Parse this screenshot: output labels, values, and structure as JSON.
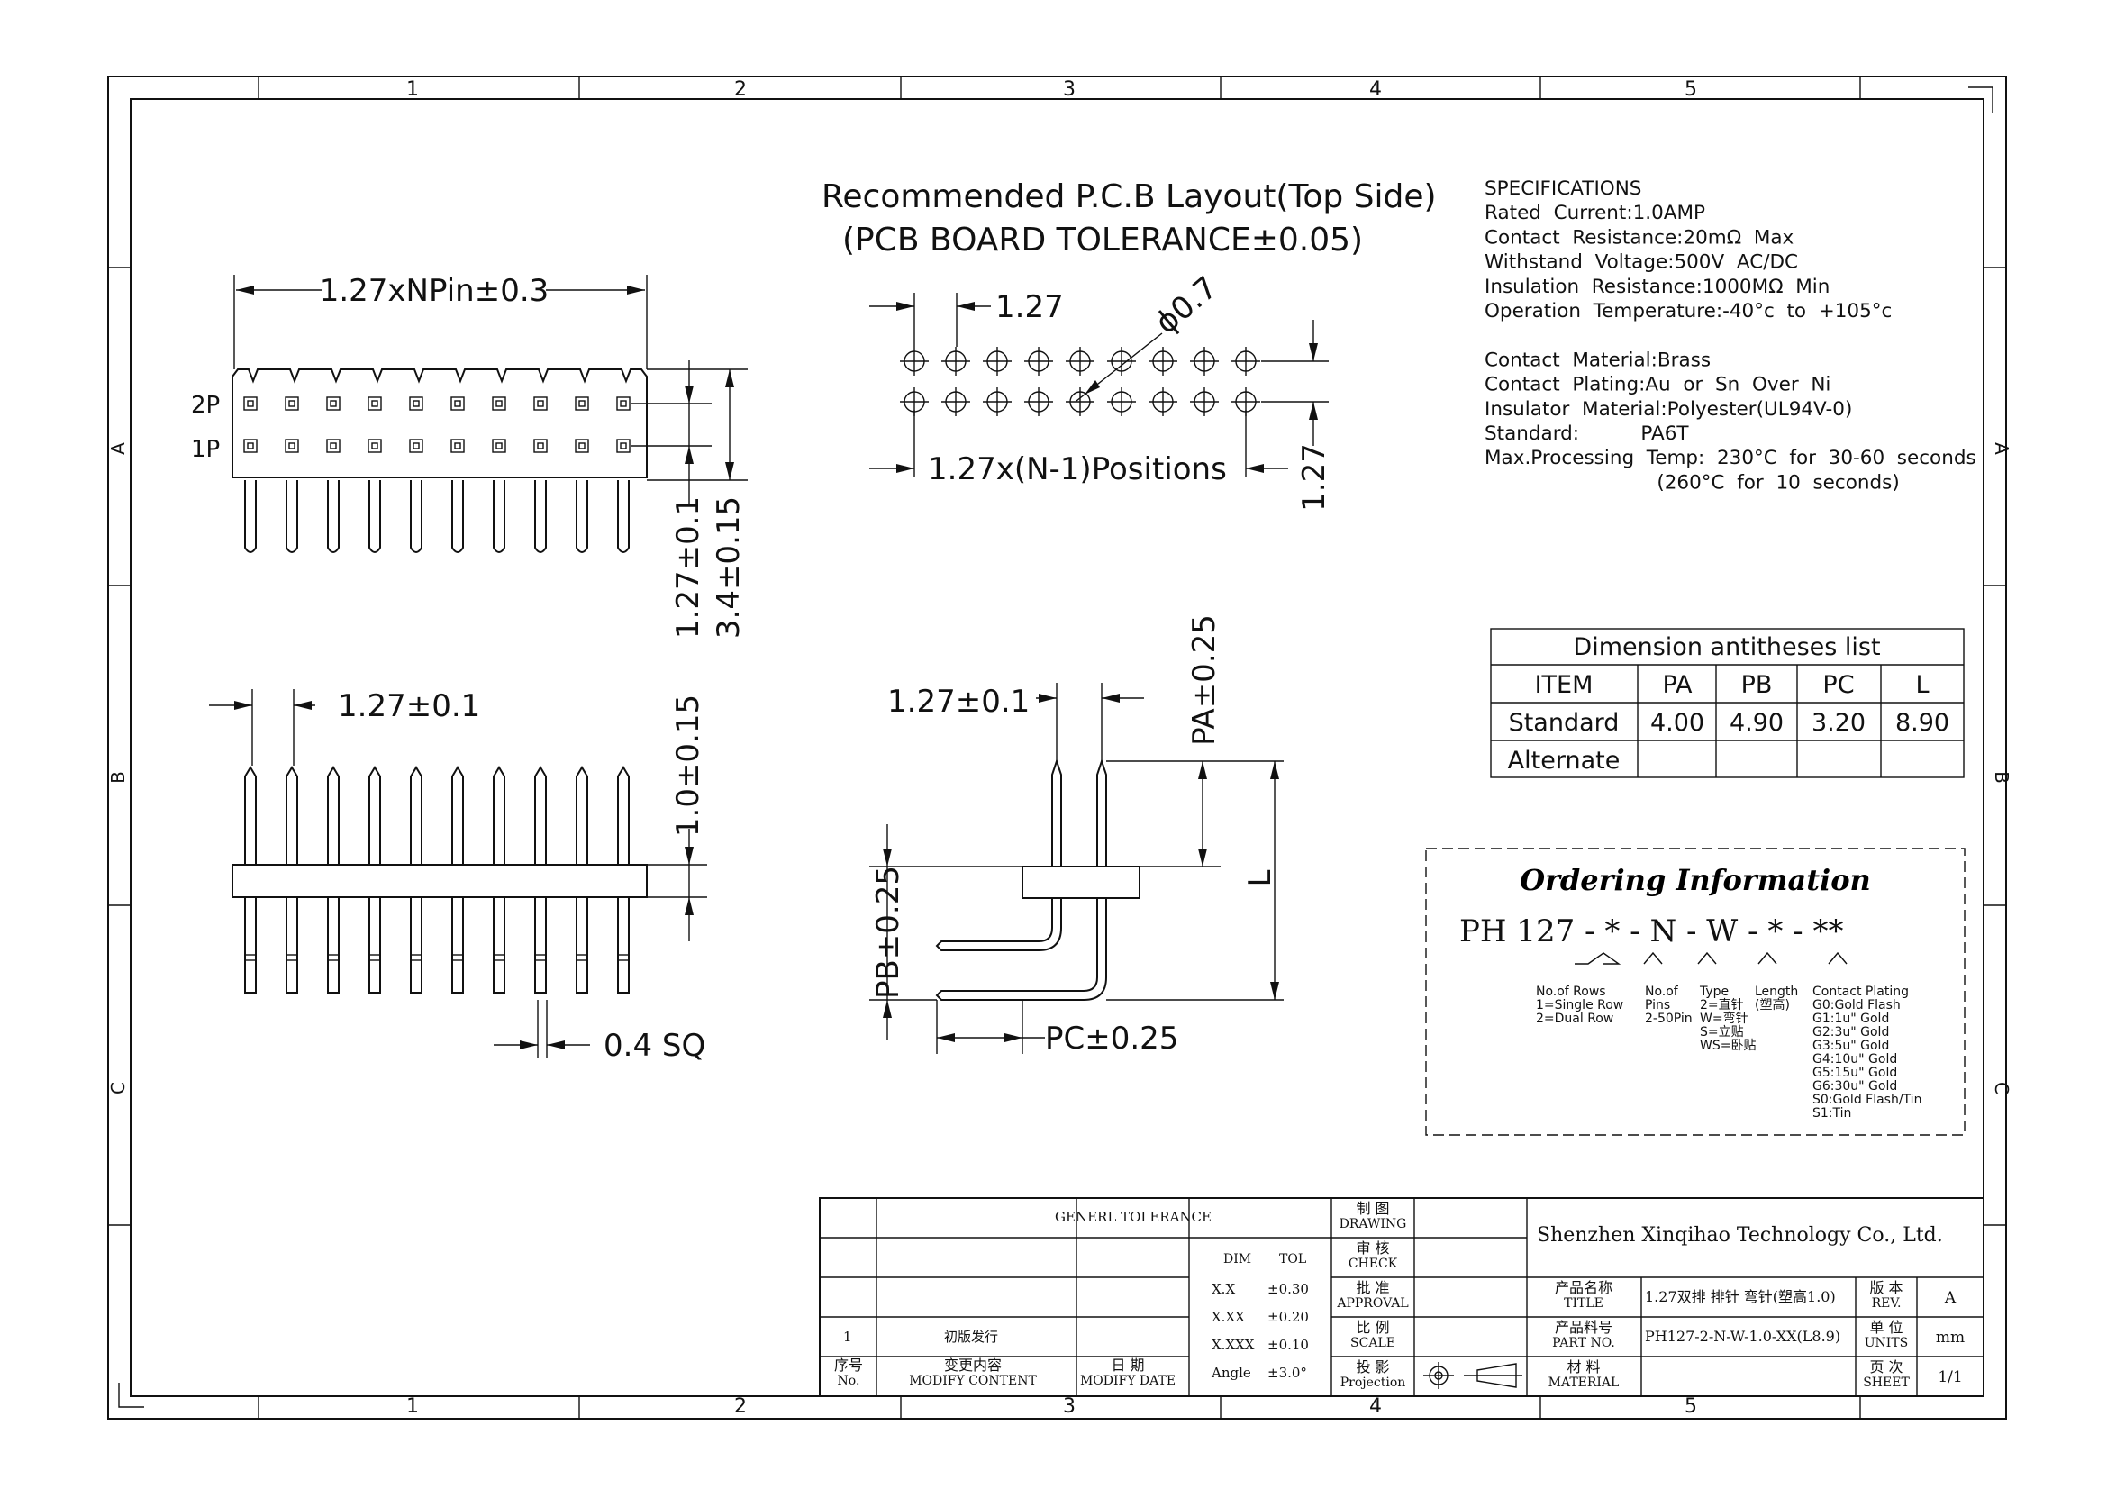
{
  "border": {
    "col_labels": [
      "1",
      "2",
      "3",
      "4",
      "5"
    ],
    "row_labels": [
      "A",
      "B",
      "C"
    ]
  },
  "pcb_layout": {
    "title_line1": "Recommended P.C.B Layout(Top Side)",
    "title_line2": "(PCB BOARD TOLERANCE±0.05)",
    "pitch": "1.27",
    "hole": "ϕ0.7",
    "positions": "1.27x(N-1)Positions",
    "row_pitch": "1.27"
  },
  "front_view": {
    "width_dim": "1.27xNPin±0.3",
    "row2_label": "2P",
    "row1_label": "1P",
    "dim_row": "1.27±0.1",
    "dim_height": "3.4±0.15"
  },
  "side_view": {
    "pitch_dim": "1.27±0.1",
    "dim_v": "1.0±0.15",
    "pin_sq": "0.4 SQ"
  },
  "right_angle": {
    "pitch_dim": "1.27±0.1",
    "pa": "PA±0.25",
    "pb": "PB±0.25",
    "pc": "PC±0.25",
    "l": "L"
  },
  "specifications": [
    "SPECIFICATIONS",
    "Rated  Current:1.0AMP",
    "Contact  Resistance:20mΩ  Max",
    "Withstand  Voltage:500V  AC/DC",
    "Insulation  Resistance:1000MΩ  Min",
    "Operation  Temperature:-40°c  to  +105°c",
    "",
    "Contact  Material:Brass",
    "Contact  Plating:Au  or  Sn  Over  Ni",
    "Insulator  Material:Polyester(UL94V-0)",
    "Standard:          PA6T",
    "Max.Processing  Temp:  230°C  for  30-60  seconds",
    "                            (260°C  for  10  seconds)"
  ],
  "dimension_table": {
    "title": "Dimension  antitheses  list",
    "headers": [
      "ITEM",
      "PA",
      "PB",
      "PC",
      "L"
    ],
    "rows": [
      [
        "Standard",
        "4.00",
        "4.90",
        "3.20",
        "8.90"
      ],
      [
        "Alternate",
        "",
        "",
        "",
        ""
      ]
    ]
  },
  "ordering": {
    "title": "Ordering Information",
    "code": "PH 127 - * - N - W - * - **",
    "rows_label": [
      "No.of  Rows",
      "1=Single Row",
      "2=Dual Row"
    ],
    "pins_label": [
      "No.of",
      "Pins",
      "2-50Pin"
    ],
    "type_label": [
      "Type",
      "2=直针",
      "W=弯针",
      "S=立贴",
      "WS=卧贴"
    ],
    "length_label": [
      "Length",
      "(塑高)"
    ],
    "plating_label": [
      "Contact  Plating",
      "G0:Gold  Flash",
      "G1:1u\" Gold",
      "G2:3u\" Gold",
      "G3:5u\" Gold",
      "G4:10u\" Gold",
      "G5:15u\" Gold",
      "G6:30u\" Gold",
      "S0:Gold  Flash/Tin",
      "S1:Tin"
    ]
  },
  "title_block": {
    "general_tolerance": "GENERL TOLERANCE",
    "dim": "DIM",
    "tol": "TOL",
    "tolerances": [
      [
        "X.X",
        "±0.30"
      ],
      [
        "X.XX",
        "±0.20"
      ],
      [
        "X.XXX",
        "±0.10"
      ],
      [
        "Angle",
        "±3.0°"
      ]
    ],
    "drawing": [
      "制 图",
      "DRAWING"
    ],
    "check": [
      "审 核",
      "CHECK"
    ],
    "approval": [
      "批 准",
      "APPROVAL"
    ],
    "scale": [
      "比 例",
      "SCALE"
    ],
    "projection": [
      "投 影",
      "Projection"
    ],
    "company": "Shenzhen Xinqihao Technology Co., Ltd.",
    "title_lbl": [
      "产品名称",
      "TITLE"
    ],
    "title_val": "1.27双排 排针 弯针(塑高1.0)",
    "part_lbl": [
      "产品料号",
      "PART NO."
    ],
    "part_val": "PH127-2-N-W-1.0-XX(L8.9)",
    "material_lbl": [
      "材 料",
      "MATERIAL"
    ],
    "rev_lbl": [
      "版 本",
      "REV."
    ],
    "rev_val": "A",
    "units_lbl": [
      "单 位",
      "UNITS"
    ],
    "units_val": "mm",
    "sheet_lbl": [
      "页 次",
      "SHEET"
    ],
    "sheet_val": "1/1",
    "rev_no": "1",
    "rev_content": "初版发行",
    "no_lbl": [
      "序号",
      "No."
    ],
    "modify_content": [
      "变更内容",
      "MODIFY CONTENT"
    ],
    "modify_date": [
      "日 期",
      "MODIFY DATE"
    ]
  }
}
